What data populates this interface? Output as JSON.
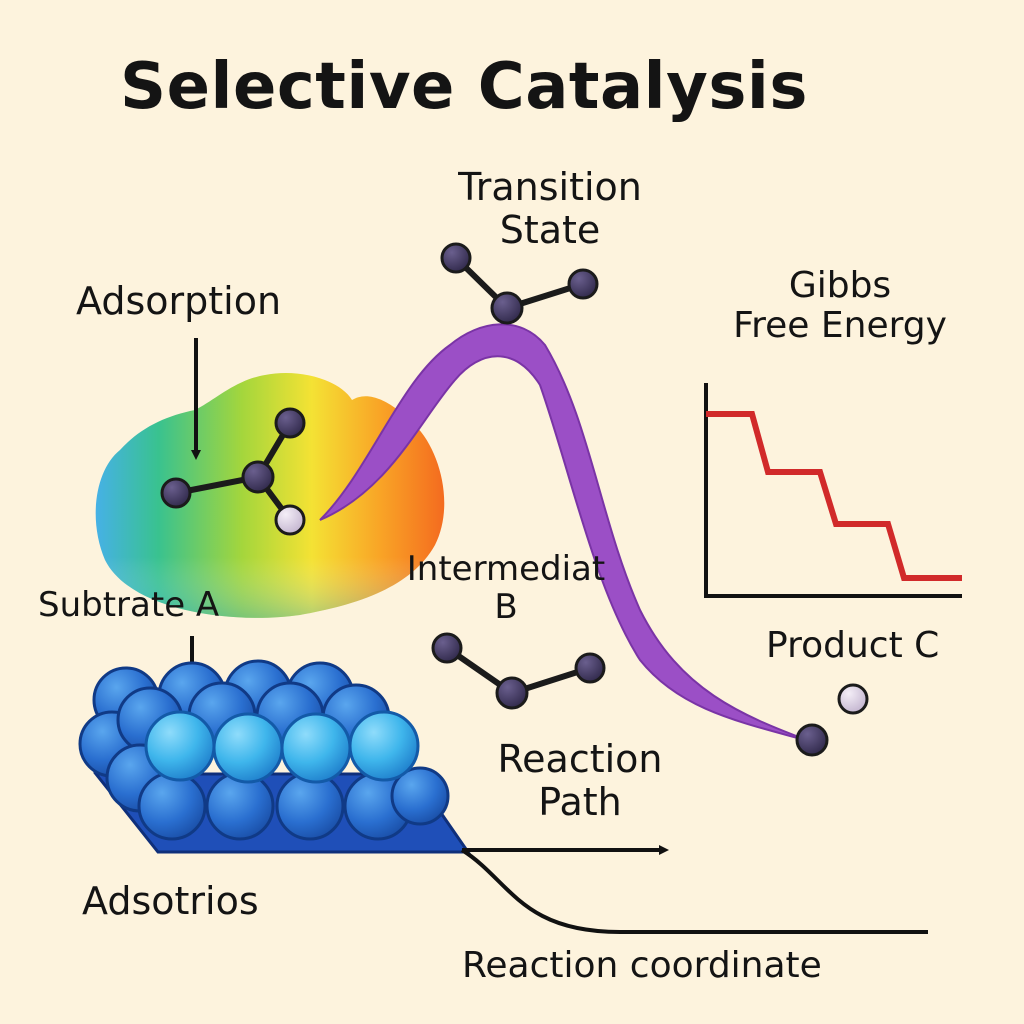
{
  "diagram": {
    "title": "Selective Catalysis",
    "labels": {
      "transition_state_line1": "Transition",
      "transition_state_line2": "State",
      "adsorption": "Adsorption",
      "gibbs_line1": "Gibbs",
      "gibbs_line2": "Free Energy",
      "intermediate_line1": "Intermediat",
      "intermediate_line2": "B",
      "substrate": "Subtrate A",
      "product": "Product C",
      "reaction_path_line1": "Reaction",
      "reaction_path_line2": "Path",
      "adsorbate": "Adsotrios",
      "reaction_coordinate": "Reaction coordinate"
    },
    "colors": {
      "background": "#fdf3dd",
      "energy_path": "#9b4fc6",
      "gibbs_steps": "#d12a2a",
      "catalyst_sphere": "#2f7bd6",
      "catalyst_base": "#1f4fb8",
      "atom_dark": "#3b3358",
      "atom_light": "#d9cfe0"
    },
    "icons": [
      "molecule-icon",
      "catalyst-surface-icon",
      "arrow-icon"
    ]
  }
}
